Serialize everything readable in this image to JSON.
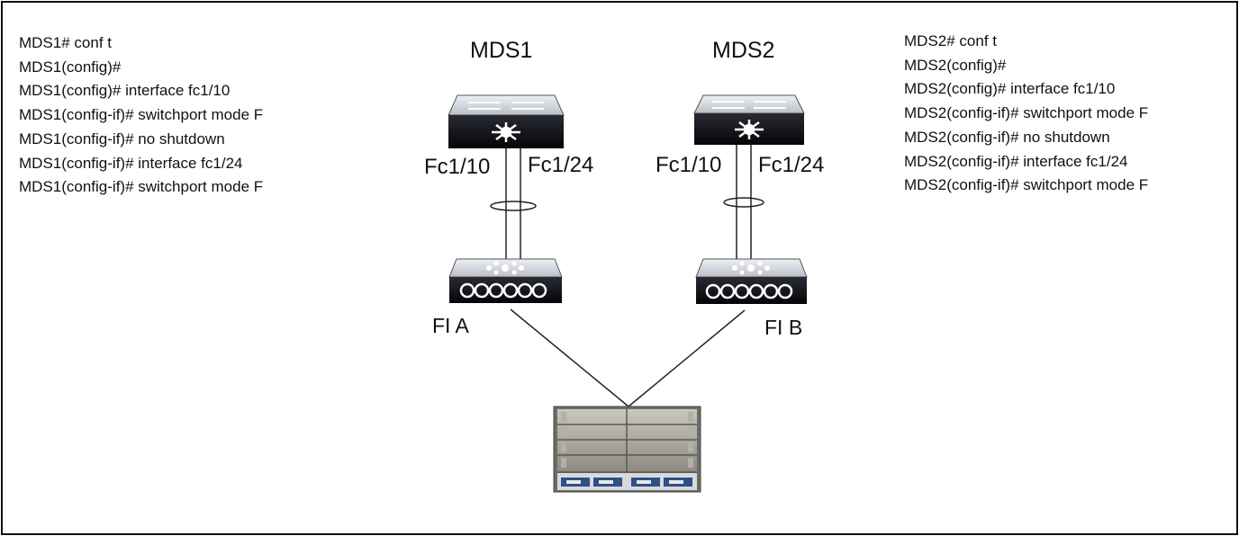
{
  "config_left": [
    "MDS1# conf t",
    "MDS1(config)#",
    "MDS1(config)# interface fc1/10",
    "MDS1(config-if)# switchport mode F",
    "MDS1(config-if)# no shutdown",
    "MDS1(config-if)# interface fc1/24",
    "MDS1(config-if)# switchport mode F"
  ],
  "config_right": [
    "MDS2# conf t",
    "MDS2(config)#",
    "MDS2(config)# interface fc1/10",
    "MDS2(config-if)# switchport mode F",
    "MDS2(config-if)# no shutdown",
    "MDS2(config-if)# interface fc1/24",
    "MDS2(config-if)# switchport mode F"
  ],
  "mds1": {
    "title": "MDS1",
    "port_a": "Fc1/10",
    "port_b": "Fc1/24"
  },
  "mds2": {
    "title": "MDS2",
    "port_a": "Fc1/10",
    "port_b": "Fc1/24"
  },
  "fi_a": {
    "label": "FI A"
  },
  "fi_b": {
    "label": "FI B"
  },
  "colors": {
    "device_dark": "#0d0d12",
    "device_top": "#d9dde4",
    "line": "#222222"
  },
  "icons": {
    "mds": "mds-switch-icon",
    "fi": "fabric-interconnect-icon",
    "chassis": "blade-chassis-icon"
  }
}
